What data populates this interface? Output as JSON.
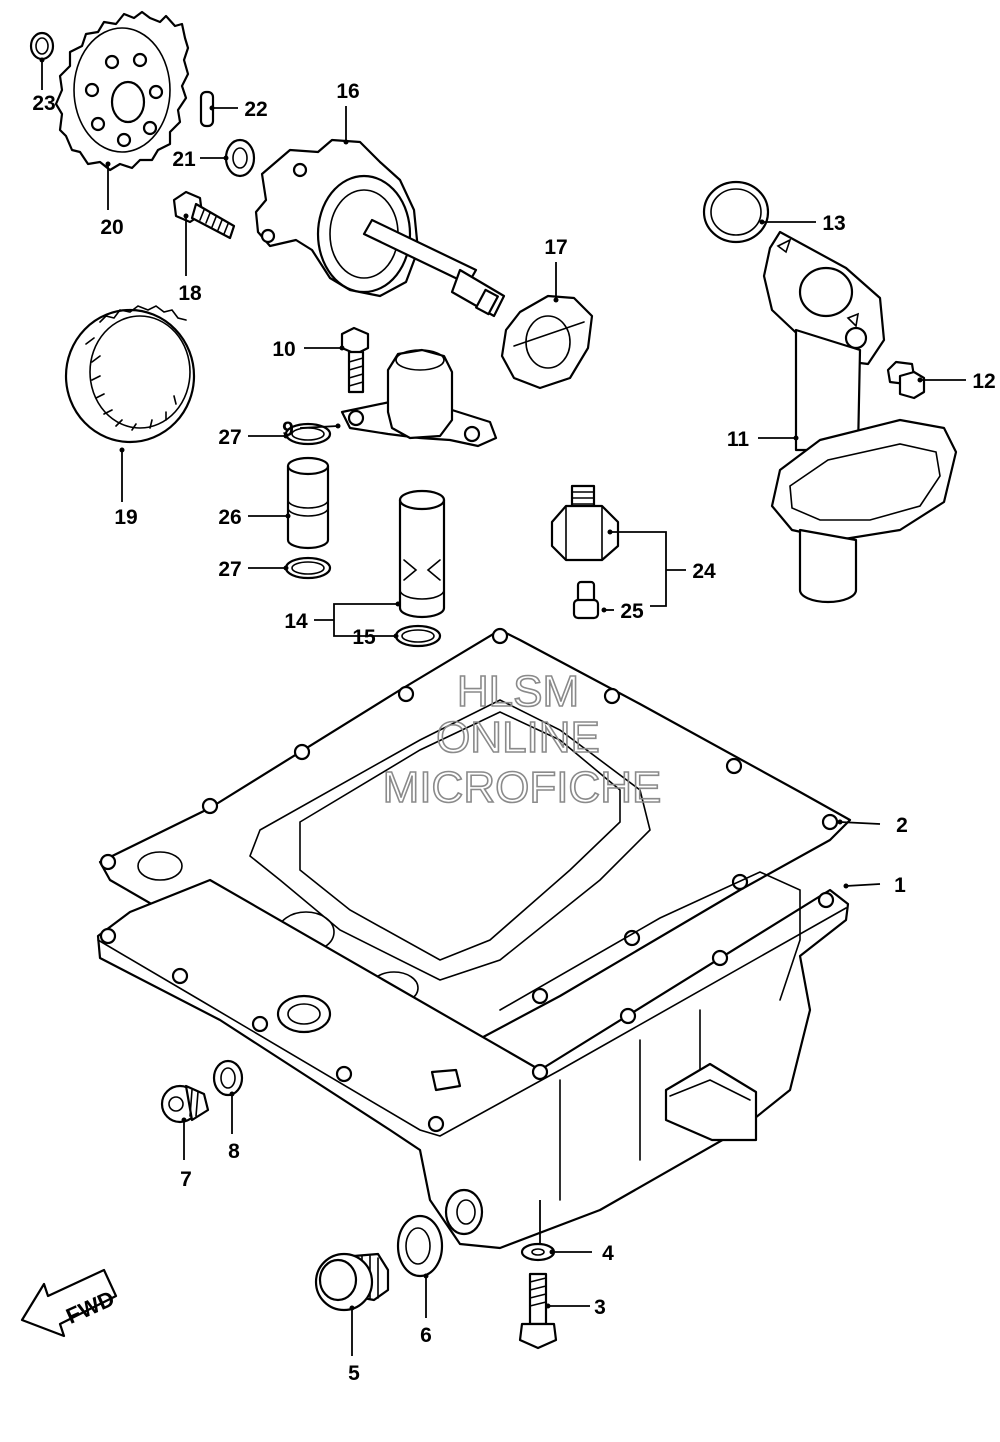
{
  "watermark": {
    "line1": "HLSM",
    "line2": "ONLINE",
    "line3": "MICROFICHE"
  },
  "fwd_label": "FWD",
  "callouts": [
    {
      "id": "c1",
      "text": "1"
    },
    {
      "id": "c2",
      "text": "2"
    },
    {
      "id": "c3",
      "text": "3"
    },
    {
      "id": "c4",
      "text": "4"
    },
    {
      "id": "c5",
      "text": "5"
    },
    {
      "id": "c6",
      "text": "6"
    },
    {
      "id": "c7",
      "text": "7"
    },
    {
      "id": "c8",
      "text": "8"
    },
    {
      "id": "c9",
      "text": "9"
    },
    {
      "id": "c10",
      "text": "10"
    },
    {
      "id": "c11",
      "text": "11"
    },
    {
      "id": "c12",
      "text": "12"
    },
    {
      "id": "c13",
      "text": "13"
    },
    {
      "id": "c14",
      "text": "14"
    },
    {
      "id": "c15",
      "text": "15"
    },
    {
      "id": "c16",
      "text": "16"
    },
    {
      "id": "c17",
      "text": "17"
    },
    {
      "id": "c18",
      "text": "18"
    },
    {
      "id": "c19",
      "text": "19"
    },
    {
      "id": "c20",
      "text": "20"
    },
    {
      "id": "c21",
      "text": "21"
    },
    {
      "id": "c22",
      "text": "22"
    },
    {
      "id": "c23",
      "text": "23"
    },
    {
      "id": "c24",
      "text": "24"
    },
    {
      "id": "c25",
      "text": "25"
    },
    {
      "id": "c26",
      "text": "26"
    },
    {
      "id": "c27a",
      "text": "27"
    },
    {
      "id": "c27b",
      "text": "27"
    }
  ]
}
